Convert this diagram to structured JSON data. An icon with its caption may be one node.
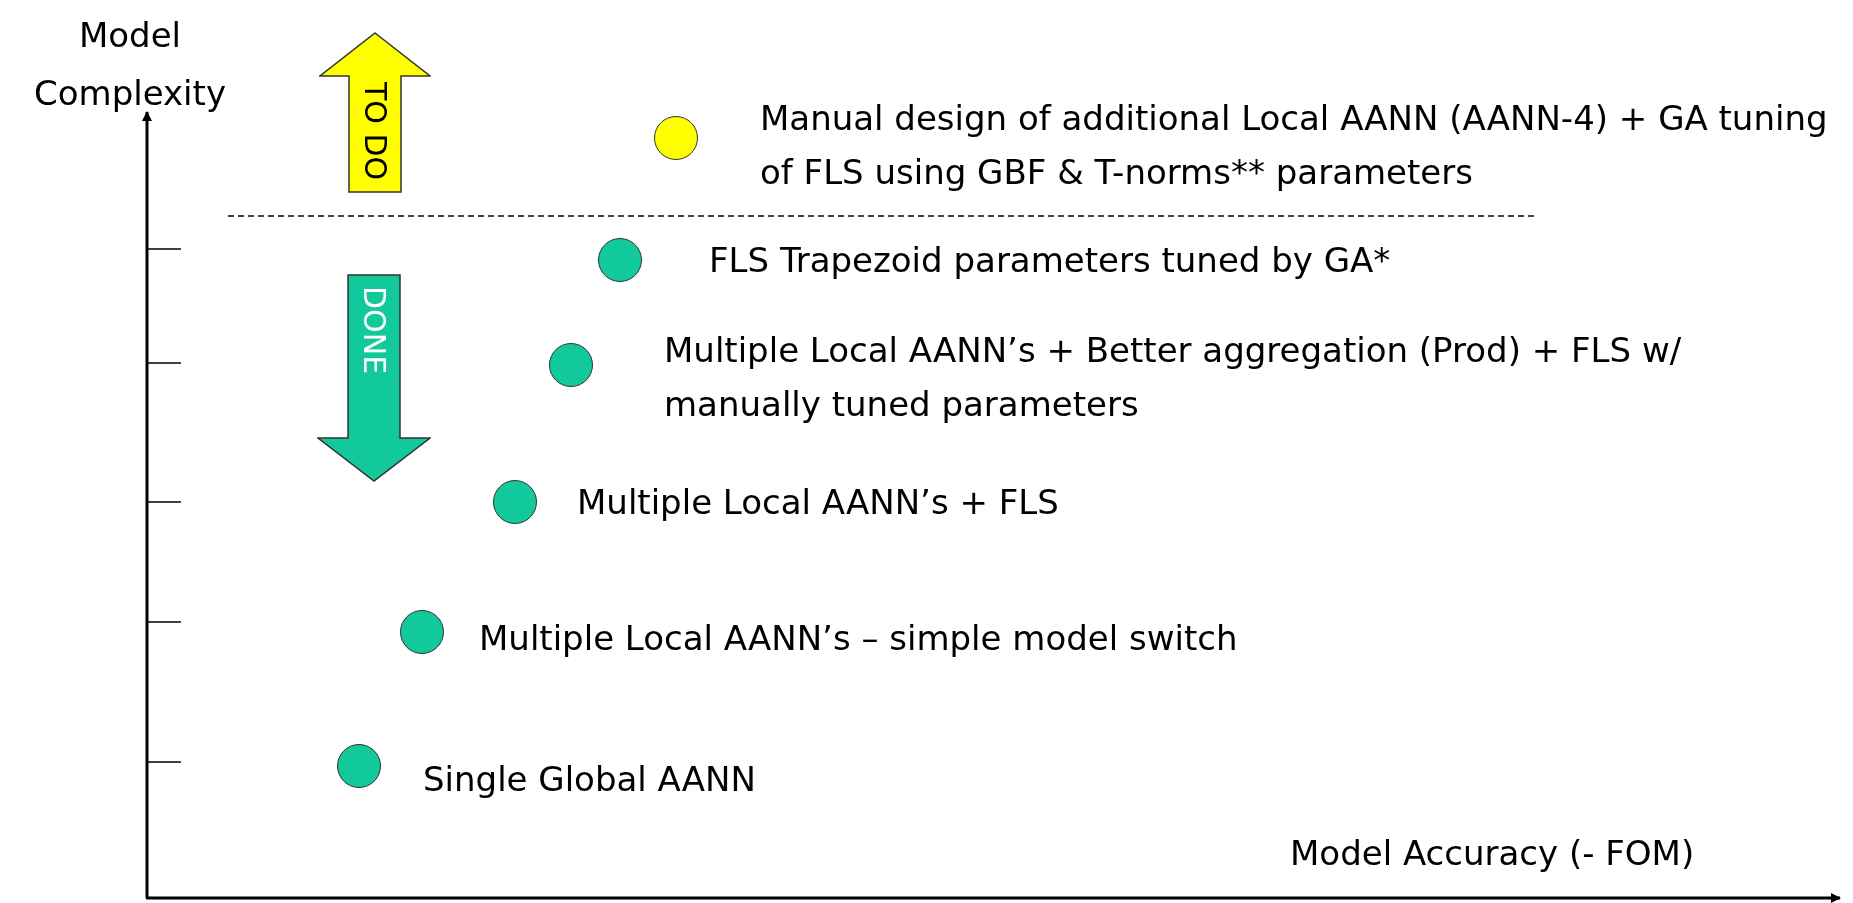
{
  "diagram": {
    "nodes": [
      {
        "text": [
          "TO DO"
        ]
      },
      {
        "text": [
          "DONE"
        ]
      },
      {
        "text": [],
        "shape": "circle",
        "beside": [
          "Manual design of additional Local AANN (AANN-4) + GA tuning of FLS using GBF & T-norms** parameters"
        ]
      },
      {
        "text": [],
        "shape": "circle",
        "beside": [
          "FLS Trapezoid parameters tuned by GA*"
        ]
      },
      {
        "text": [],
        "shape": "circle",
        "beside": [
          "Multiple Local AANN’s + Better aggregation (Prod) + FLS w/ manually tuned parameters"
        ]
      },
      {
        "text": [],
        "shape": "circle",
        "beside": [
          "Multiple Local AANN’s + FLS"
        ]
      },
      {
        "text": [],
        "shape": "circle",
        "beside": [
          "Multiple Local AANN’s – simple model switch"
        ]
      },
      {
        "text": [],
        "shape": "circle",
        "beside": [
          "Single Global AANN"
        ]
      }
    ],
    "edges": [],
    "labels": [
      "Model Complexity",
      "Model Accuracy (- FOM)"
    ]
  }
}
